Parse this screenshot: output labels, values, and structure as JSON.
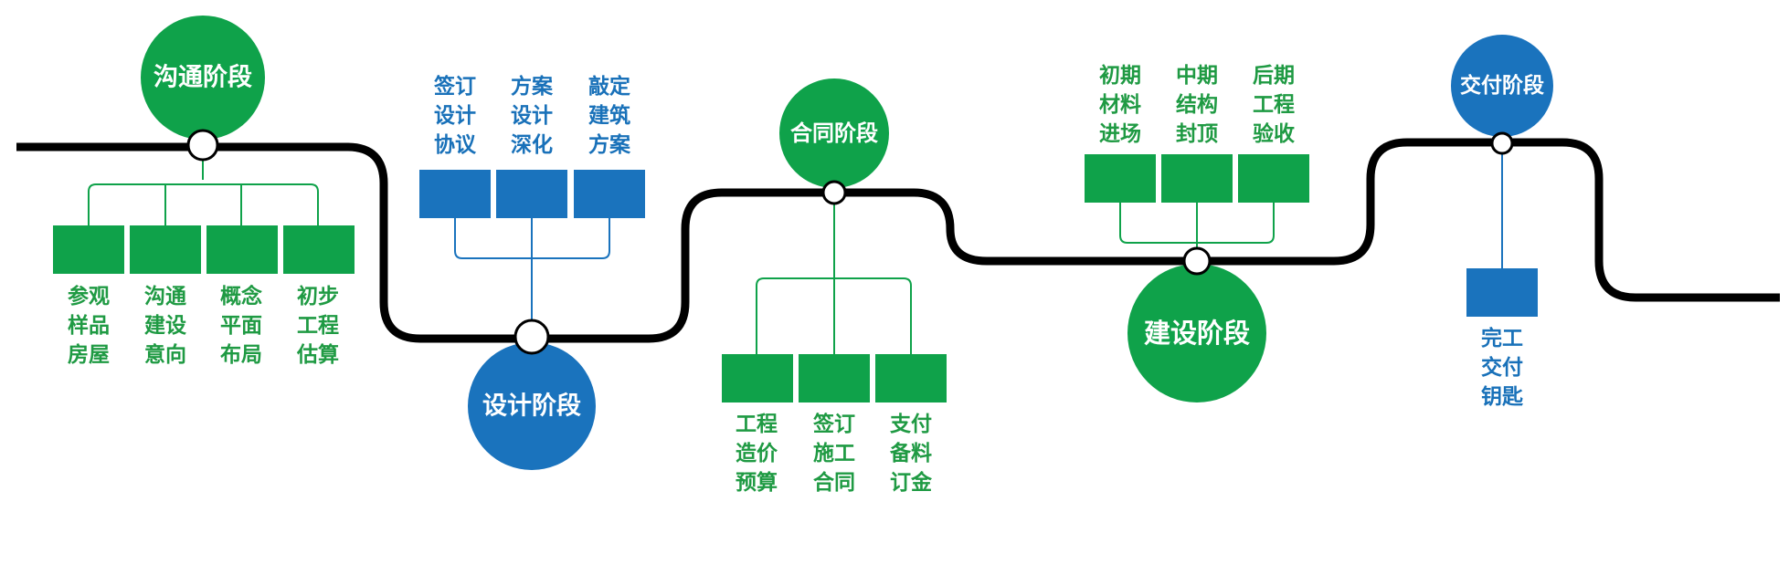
{
  "colors": {
    "green": "#0fa24a",
    "blue": "#1a73bd",
    "road": "#000000",
    "green_line": "#0fa24a",
    "blue_line": "#1a73bd",
    "green_text": "#1f9a43",
    "blue_text": "#1971b9"
  },
  "stages": [
    {
      "name": "沟通阶段",
      "color": "green",
      "steps": [
        [
          "参观",
          "样品",
          "房屋"
        ],
        [
          "沟通",
          "建设",
          "意向"
        ],
        [
          "概念",
          "平面",
          "布局"
        ],
        [
          "初步",
          "工程",
          "估算"
        ]
      ]
    },
    {
      "name": "设计阶段",
      "color": "blue",
      "steps": [
        [
          "签订",
          "设计",
          "协议"
        ],
        [
          "方案",
          "设计",
          "深化"
        ],
        [
          "敲定",
          "建筑",
          "方案"
        ]
      ]
    },
    {
      "name": "合同阶段",
      "color": "green",
      "steps": [
        [
          "工程",
          "造价",
          "预算"
        ],
        [
          "签订",
          "施工",
          "合同"
        ],
        [
          "支付",
          "备料",
          "订金"
        ]
      ]
    },
    {
      "name": "建设阶段",
      "color": "green",
      "steps": [
        [
          "初期",
          "材料",
          "进场"
        ],
        [
          "中期",
          "结构",
          "封顶"
        ],
        [
          "后期",
          "工程",
          "验收"
        ]
      ]
    },
    {
      "name": "交付阶段",
      "color": "blue",
      "steps": [
        [
          "完工",
          "交付",
          "钥匙"
        ]
      ]
    }
  ]
}
